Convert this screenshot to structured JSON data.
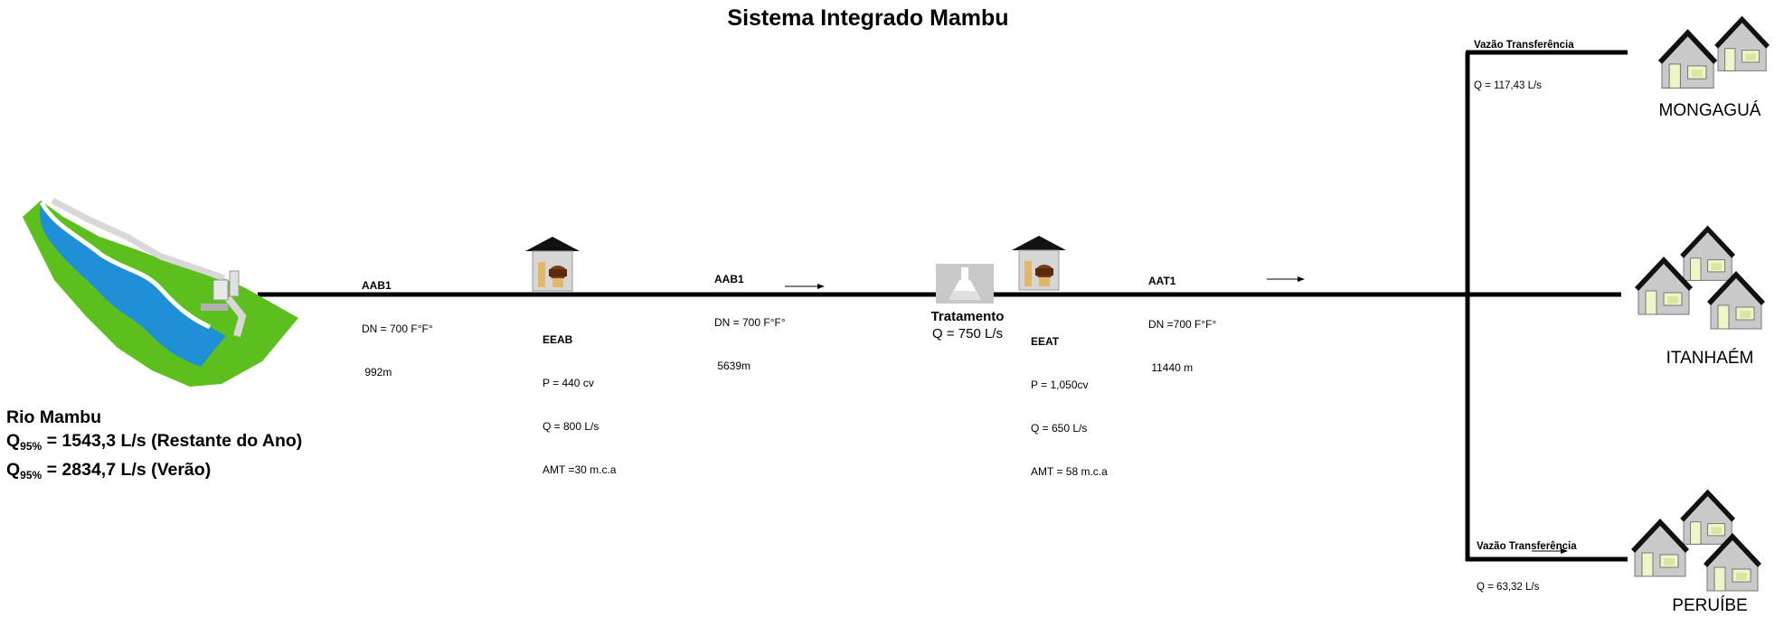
{
  "title": "Sistema Integrado Mambu",
  "source": {
    "name": "Rio Mambu",
    "flow1_q": "Q",
    "flow1_sub": "95%",
    "flow1_val": " = 1543,3 L/s (Restante do Ano)",
    "flow2_q": "Q",
    "flow2_sub": "95%",
    "flow2_val": " = 2834,7 L/s (Verão)"
  },
  "pipes": [
    {
      "name": "AAB1",
      "dn": "DN = 700 F°F°",
      "length": " 992m"
    },
    {
      "name": "AAB1",
      "dn": "DN = 700 F°F°",
      "length": " 5639m"
    },
    {
      "name": "AAT1",
      "dn": "DN =700 F°F°",
      "length": " 11440 m"
    }
  ],
  "stations": [
    {
      "name": "EEAB",
      "power": "P = 440 cv",
      "flow": "Q = 800 L/s",
      "amt": "AMT =30 m.c.a"
    },
    {
      "name": "EEAT",
      "power": "P = 1,050cv",
      "flow": "Q = 650 L/s",
      "amt": "AMT = 58 m.c.a"
    }
  ],
  "treatment": {
    "name": "Tratamento",
    "flow": "Q  = 750 L/s"
  },
  "transfers": [
    {
      "label": "Vazão Transferência",
      "flow": "Q = 117,43 L/s"
    },
    {
      "label": "Vazão Transferência",
      "flow": "Q = 63,32 L/s"
    }
  ],
  "cities": [
    "MONGAGUÁ",
    "ITANHAÉM",
    "PERUÍBE"
  ],
  "colors": {
    "pipe": "#000000",
    "land": "#5cbf1e",
    "water": "#1f8fd8",
    "house_wall": "#c8c8c8",
    "house_window": "#eef6c8",
    "roof": "#111111"
  },
  "icons": [
    "river-intake-icon",
    "pump-station-icon",
    "treatment-flask-icon",
    "house-cluster-icon",
    "flow-arrow-icon"
  ]
}
